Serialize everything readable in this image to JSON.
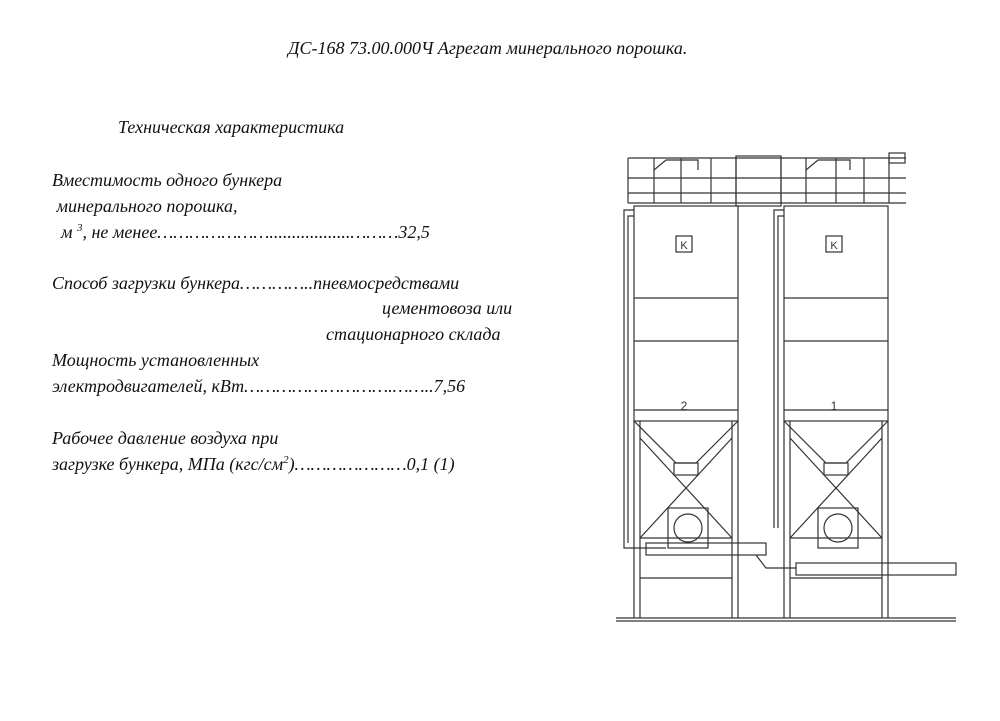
{
  "title": "ДС-168 73.00.000Ч Агрегат минерального порошка.",
  "heading": "Техническая характеристика",
  "spec": {
    "capacity": {
      "line1": "Вместимость одного бункера",
      "line2": " минерального порошка,",
      "line3_pre": "  м ",
      "line3_sup": "3",
      "line3_post": ", не менее…………………..................………32,5"
    },
    "loading": {
      "line1": "Способ загрузки бункера…………..пневмосредствами",
      "line2": "цементовоза или",
      "line3": "стационарного склада"
    },
    "power": {
      "line1": "Мощность установленных",
      "line2": "электродвигателей, кВт……………………….……..7,56"
    },
    "pressure": {
      "line1": "Рабочее давление воздуха при",
      "line2_pre": "загрузке бункера, МПа (кгс/см",
      "line2_sup": "2",
      "line2_post": ")…………………0,1 (1)"
    }
  },
  "drawing": {
    "hopper_left_label": "K",
    "hopper_right_label": "K",
    "hopper_left_number": "2",
    "hopper_right_number": "1"
  }
}
